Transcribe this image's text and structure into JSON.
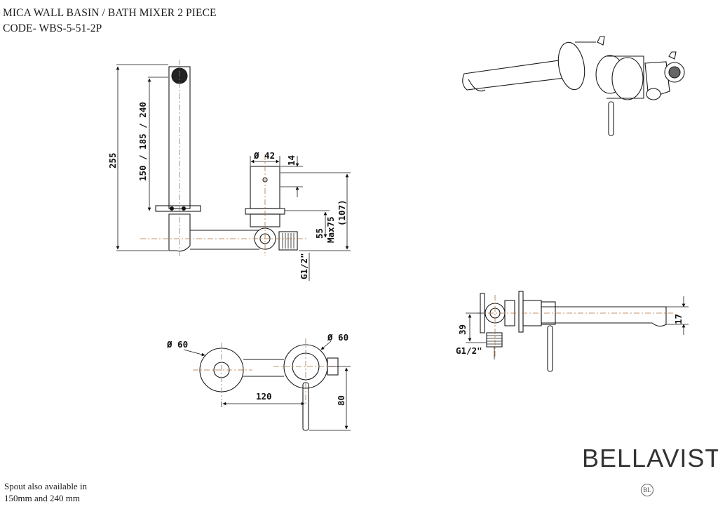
{
  "header": {
    "title_line1": "MICA WALL BASIN / BATH MIXER 2 PIECE",
    "title_line2": "CODE- WBS-5-51-2P"
  },
  "footer_note": {
    "line1": "Spout also available in",
    "line2": "150mm and 240 mm"
  },
  "brand": {
    "name": "BELLAVISTA",
    "seal_text": "BL"
  },
  "front_view": {
    "dim_height_total": "255",
    "dim_spout_lengths": "150 / 185 / 240",
    "dim_diameter": "Ø 42",
    "dim_cap": "14",
    "dim_ref": "(107)",
    "dim_center": "55",
    "dim_max": "Max75",
    "dim_thread": "G1/2\""
  },
  "top_view": {
    "dim_dia_left": "Ø 60",
    "dim_dia_right": "Ø 60",
    "dim_spacing": "120",
    "dim_lever": "80"
  },
  "side_view": {
    "dim_height": "39",
    "dim_outlet": "17",
    "dim_thread": "G1/2\""
  },
  "colors": {
    "line": "#1a1a1a",
    "centerline": "#b0703a"
  }
}
